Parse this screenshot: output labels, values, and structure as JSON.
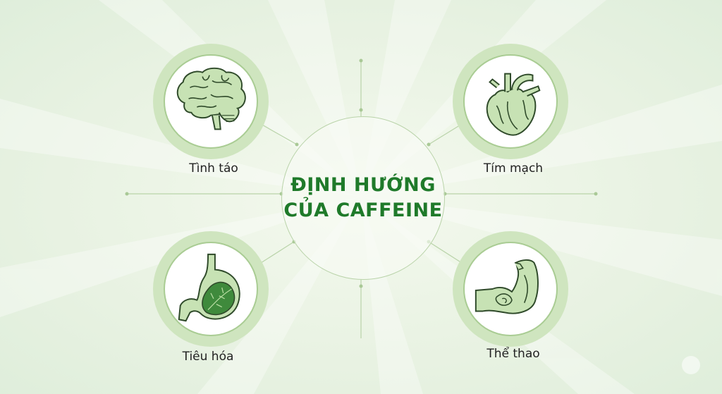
{
  "center": {
    "line1": "ĐỊNH HƯỚNG",
    "line2": "CỦA CAFFEINE"
  },
  "nodes": [
    {
      "id": "alertness",
      "label": "Tình táo",
      "icon": "brain-icon"
    },
    {
      "id": "cardio",
      "label": "Tím mạch",
      "icon": "heart-icon"
    },
    {
      "id": "digestion",
      "label": "Tiêu hóa",
      "icon": "stomach-icon"
    },
    {
      "id": "sport",
      "label": "Thể thao",
      "icon": "muscle-arm-icon"
    }
  ],
  "colors": {
    "title": "#1f7a2a",
    "ring": "#cfe5bf",
    "organ_fill": "#c7e2b4",
    "organ_stroke": "#2f4a2a",
    "connector": "#b9d3a9"
  }
}
